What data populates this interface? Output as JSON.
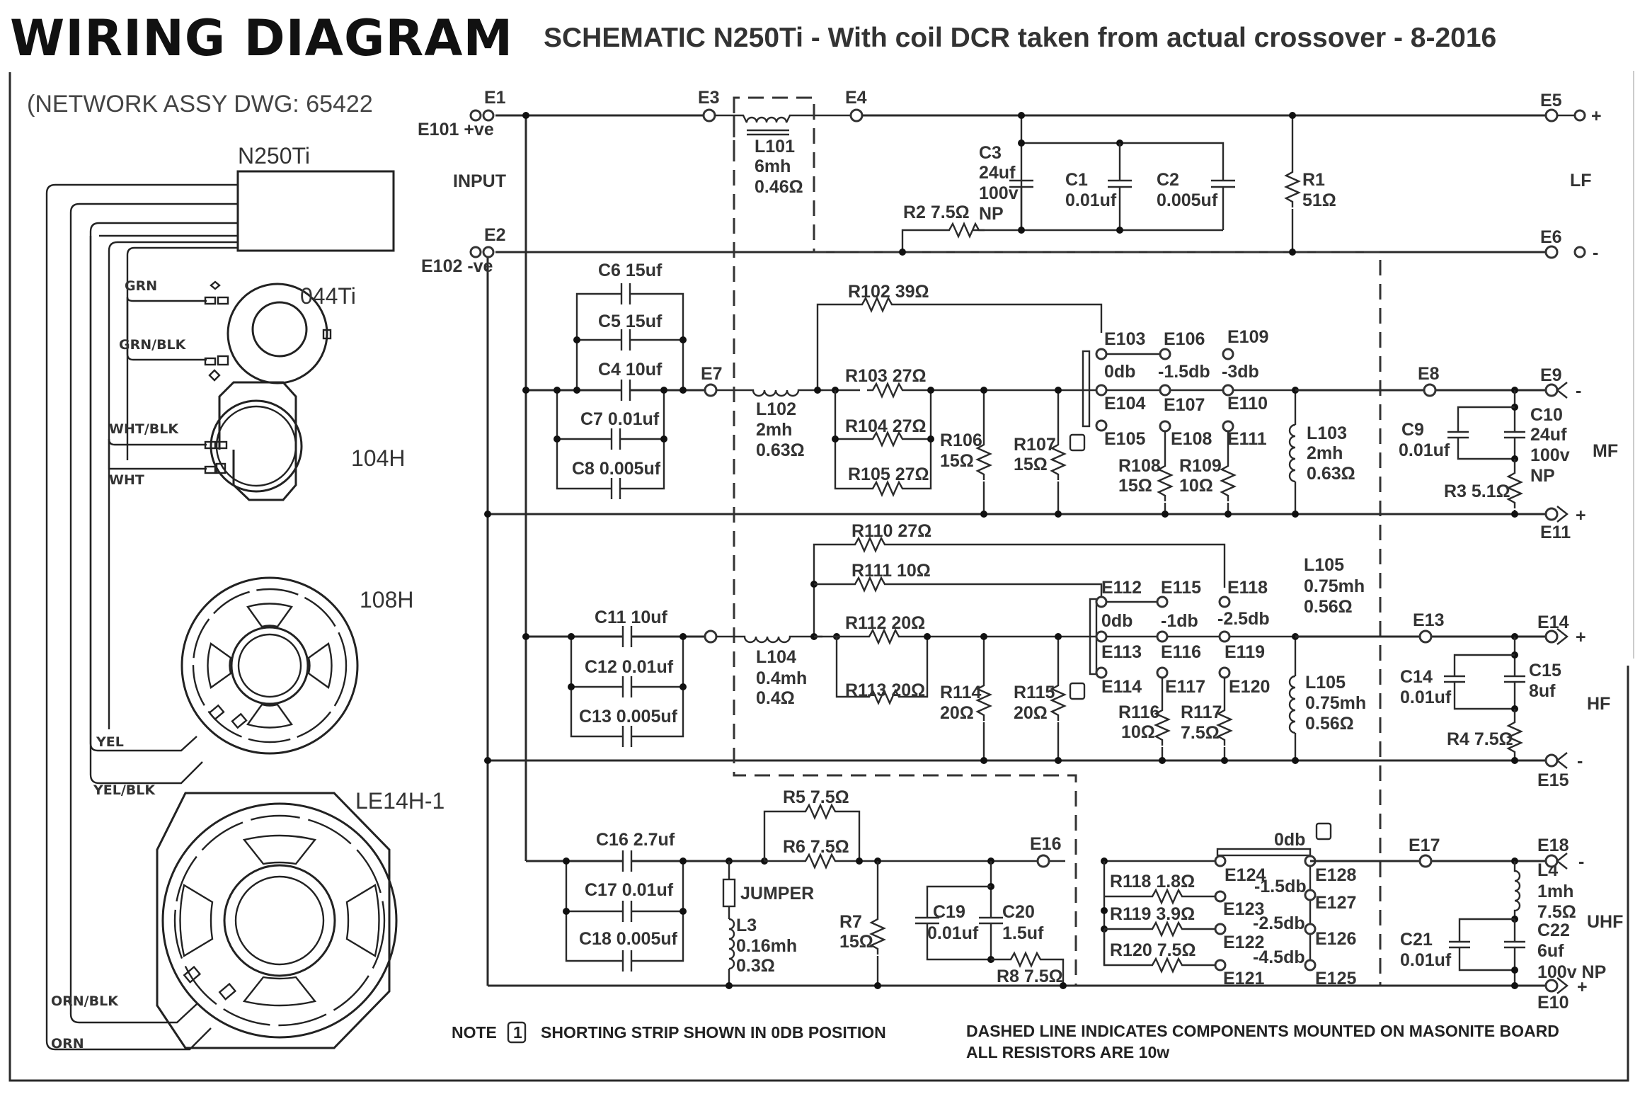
{
  "header": {
    "left_title": "WIRING DIAGRAM",
    "schematic_title": "SCHEMATIC N250Ti - With coil DCR taken from actual crossover - 8-2016",
    "network_assy": "(NETWORK ASSY DWG: 65422"
  },
  "wiring": {
    "network_box": "N250Ti",
    "speakers": [
      {
        "model": "044Ti",
        "wires": [
          "GRN",
          "GRN/BLK"
        ]
      },
      {
        "model": "104H",
        "wires": [
          "WHT/BLK",
          "WHT"
        ]
      },
      {
        "model": "108H",
        "wires": [
          "YEL",
          "YEL/BLK"
        ]
      },
      {
        "model": "LE14H-1",
        "wires": [
          "ORN/BLK",
          "ORN"
        ]
      }
    ]
  },
  "input": {
    "label": "INPUT",
    "pos": {
      "terminal": "E1",
      "ext": "E101 +ve"
    },
    "neg": {
      "terminal": "E2",
      "ext": "E102 -ve"
    }
  },
  "lf": {
    "section": "LF",
    "terminals": [
      "E3",
      "E4",
      "E5",
      "E6"
    ],
    "l101": [
      "L101",
      "6mh",
      "0.46Ω"
    ],
    "c3": [
      "C3",
      "24uf",
      "100v",
      "NP"
    ],
    "c1": [
      "C1",
      "0.01uf"
    ],
    "c2": [
      "C2",
      "0.005uf"
    ],
    "r2": "R2 7.5Ω",
    "r1": [
      "R1",
      "51Ω"
    ],
    "plus": "+",
    "minus": "-"
  },
  "mf": {
    "section": "MF",
    "c6": "C6 15uf",
    "c5": "C5 15uf",
    "c4": "C4 10uf",
    "c7": "C7 0.01uf",
    "c8": "C8 0.005uf",
    "e7": "E7",
    "l102": [
      "L102",
      "2mh",
      "0.63Ω"
    ],
    "r102": "R102 39Ω",
    "r103": "R103 27Ω",
    "r104": "R104 27Ω",
    "r105": "R105 27Ω",
    "r106": [
      "R106",
      "15Ω"
    ],
    "r107": [
      "R107",
      "15Ω"
    ],
    "switch_terms": [
      "E103",
      "E106",
      "E109",
      "E104",
      "E107",
      "E110",
      "E105",
      "E108",
      "E111"
    ],
    "levels": [
      "0db",
      "-1.5db",
      "-3db"
    ],
    "r108": [
      "R108",
      "15Ω"
    ],
    "r109": [
      "R109",
      "10Ω"
    ],
    "l103": [
      "L103",
      "2mh",
      "0.63Ω"
    ],
    "terminals": [
      "E8",
      "E9",
      "E11"
    ],
    "c9": [
      "C9",
      "0.01uf"
    ],
    "c10": [
      "C10",
      "24uf",
      "100v",
      "NP"
    ],
    "r3": "R3 5.1Ω",
    "minus": "-",
    "plus": "+"
  },
  "hf": {
    "section": "HF",
    "r110": "R110 27Ω",
    "r111": "R111 10Ω",
    "c11": "C11 10uf",
    "c12": "C12 0.01uf",
    "c13": "C13 0.005uf",
    "l104": [
      "L104",
      "0.4mh",
      "0.4Ω"
    ],
    "r112": "R112 20Ω",
    "r113": "R113 20Ω",
    "r114": [
      "R114",
      "20Ω"
    ],
    "r115": [
      "R115",
      "20Ω"
    ],
    "switch_terms": [
      "E112",
      "E115",
      "E118",
      "E113",
      "E116",
      "E119",
      "E114",
      "E117",
      "E120"
    ],
    "levels": [
      "0db",
      "-1db",
      "-2.5db"
    ],
    "r116": [
      "R116",
      "10Ω"
    ],
    "r117": [
      "R117",
      "7.5Ω"
    ],
    "l105_top": [
      "L105",
      "0.75mh",
      "0.56Ω"
    ],
    "l105": [
      "L105",
      "0.75mh",
      "0.56Ω"
    ],
    "terminals": [
      "E13",
      "E14",
      "E15"
    ],
    "c14": [
      "C14",
      "0.01uf"
    ],
    "c15": [
      "C15",
      "8uf"
    ],
    "r4": "R4 7.5Ω",
    "plus": "+",
    "minus": "-"
  },
  "uhf": {
    "section": "UHF",
    "r5": "R5 7.5Ω",
    "r6": "R6 7.5Ω",
    "c16": "C16 2.7uf",
    "c17": "C17 0.01uf",
    "c18": "C18 0.005uf",
    "jumper": "JUMPER",
    "l3": [
      "L3",
      "0.16mh",
      "0.3Ω"
    ],
    "r7": [
      "R7",
      "15Ω"
    ],
    "c19": [
      "C19",
      "0.01uf"
    ],
    "c20": [
      "C20",
      "1.5uf"
    ],
    "r8": "R8 7.5Ω",
    "e16": "E16",
    "level_0db": "0db",
    "r118": "R118 1.8Ω",
    "r119": "R119 3.9Ω",
    "r120": "R120 7.5Ω",
    "switch_terms": [
      "E124",
      "E123",
      "E122",
      "E121",
      "E128",
      "E127",
      "E126",
      "E125"
    ],
    "levels": [
      "-1.5db",
      "-2.5db",
      "-4.5db"
    ],
    "terminals": [
      "E17",
      "E18",
      "E10"
    ],
    "l4": [
      "L4",
      "1mh",
      "7.5Ω"
    ],
    "c21": [
      "C21",
      "0.01uf"
    ],
    "c22": [
      "C22",
      "6uf",
      "100v NP"
    ],
    "minus": "-",
    "plus": "+"
  },
  "notes": {
    "note_label": "NOTE",
    "note_marker": "1",
    "note_text": "SHORTING STRIP SHOWN IN 0DB POSITION",
    "dashed": "DASHED LINE INDICATES COMPONENTS MOUNTED ON MASONITE BOARD",
    "resistors": "ALL RESISTORS ARE 10w"
  }
}
